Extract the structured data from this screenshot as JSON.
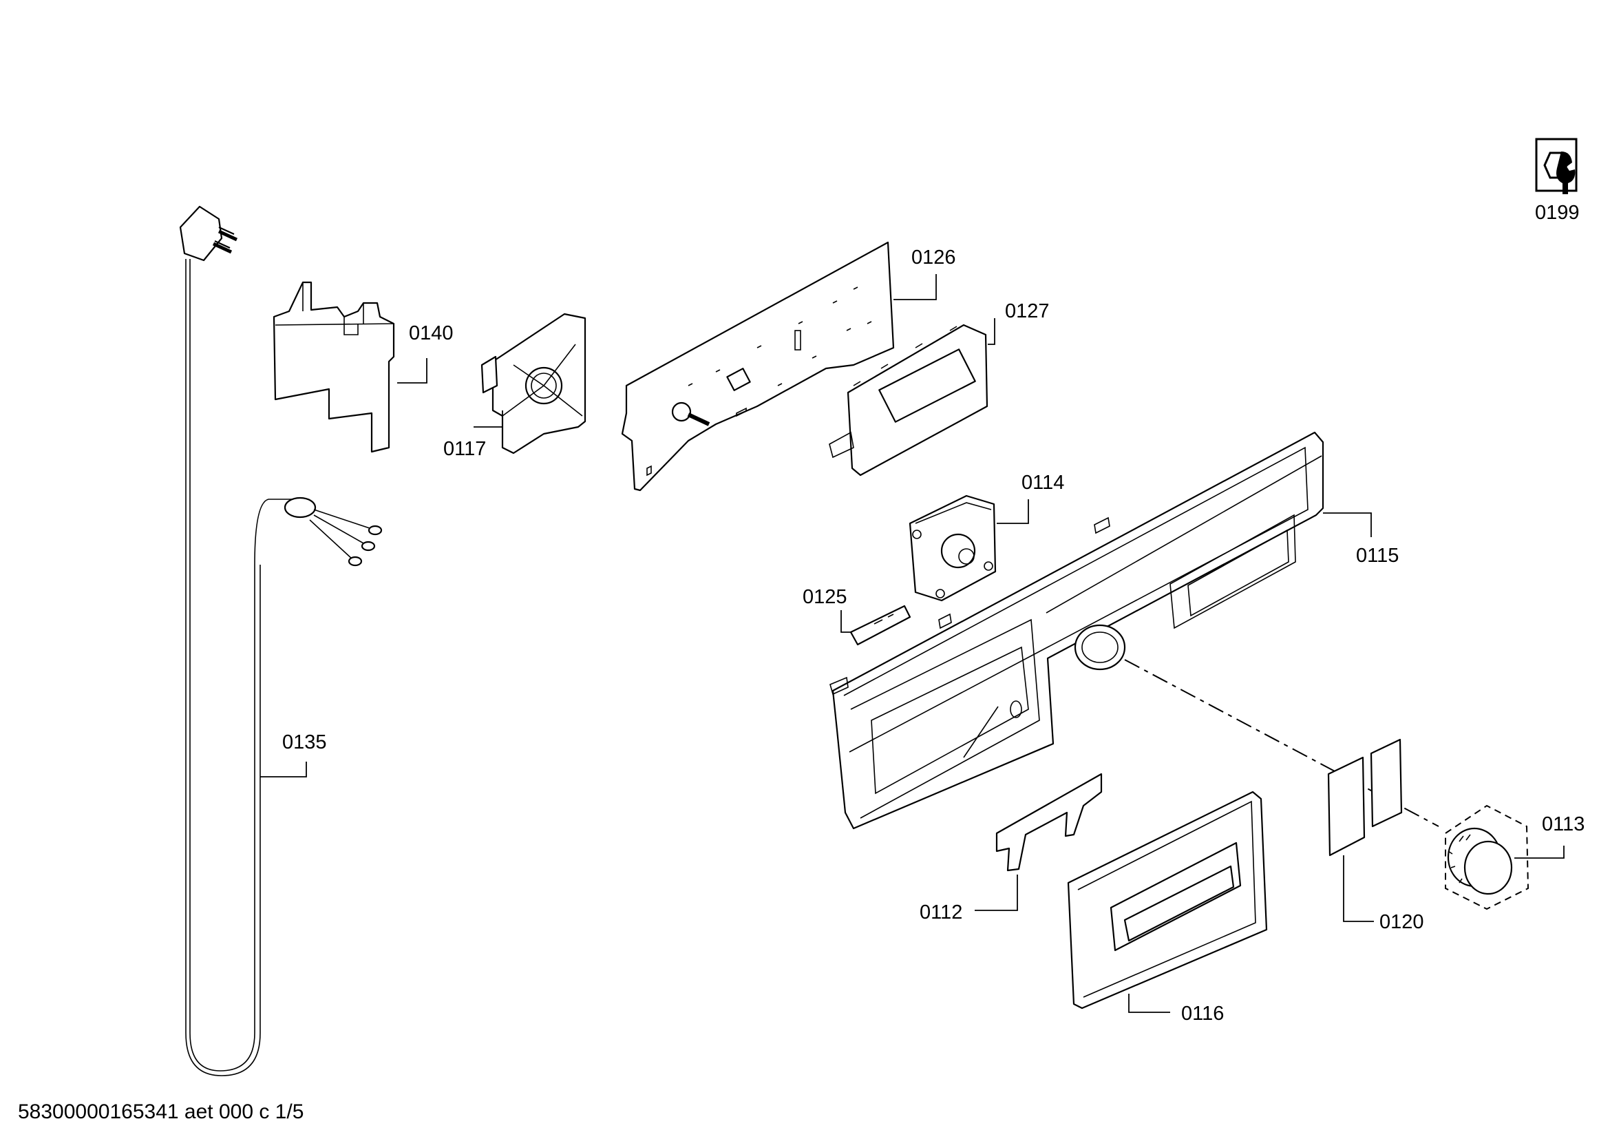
{
  "diagram": {
    "footer_text": "58300000165341 aet 000 c 1/5",
    "service_icon": "service-tool-icon",
    "part_labels": {
      "p0199": "0199",
      "p0126": "0126",
      "p0127": "0127",
      "p0140": "0140",
      "p0117": "0117",
      "p0114": "0114",
      "p0115": "0115",
      "p0125": "0125",
      "p0135": "0135",
      "p0113": "0113",
      "p0112": "0112",
      "p0120": "0120",
      "p0116": "0116"
    }
  }
}
